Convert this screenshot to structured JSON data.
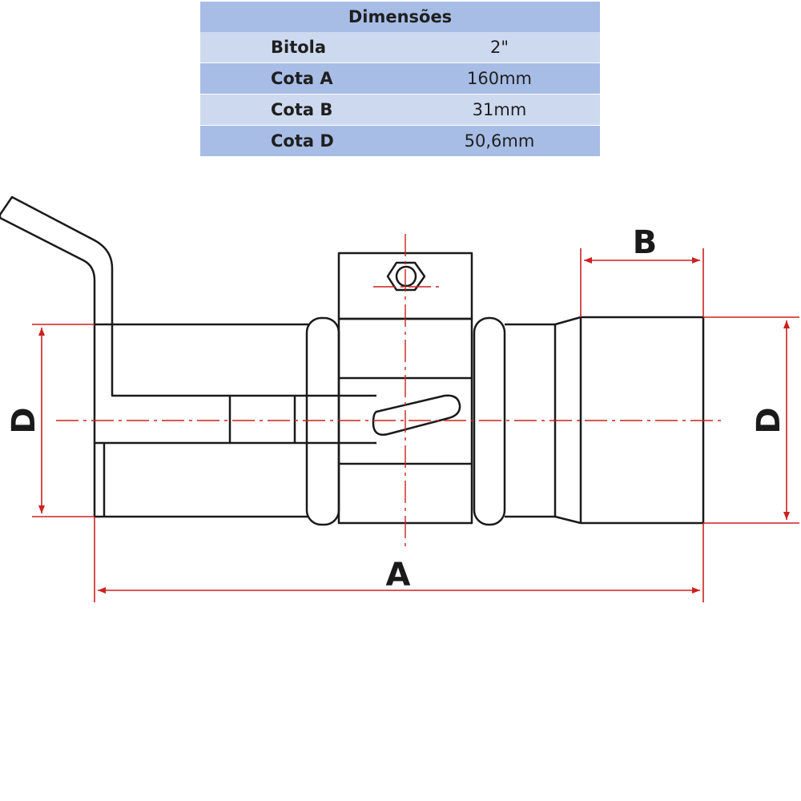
{
  "table": {
    "title": "Dimensões",
    "rows": [
      {
        "label": "Bitola",
        "value": "2\""
      },
      {
        "label": "Cota A",
        "value": "160mm"
      },
      {
        "label": "Cota B",
        "value": "31mm"
      },
      {
        "label": "Cota D",
        "value": "50,6mm"
      }
    ]
  },
  "drawing": {
    "dimension_labels": {
      "a": "A",
      "b": "B",
      "d_left": "D",
      "d_right": "D"
    },
    "colors": {
      "outline": "#1a1a1a",
      "dimension": "#cc2020",
      "table_dark": "#a7bde6",
      "table_light": "#cdd9ef"
    }
  }
}
